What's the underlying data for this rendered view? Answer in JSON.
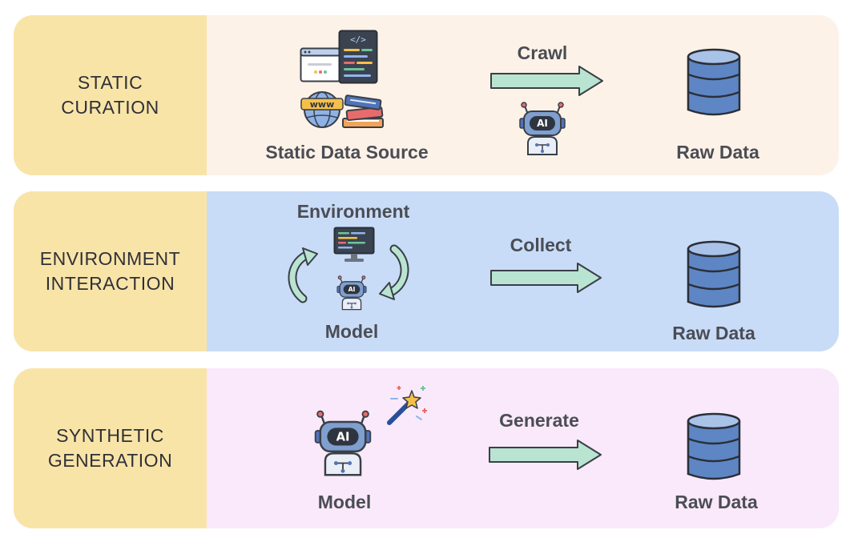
{
  "colors": {
    "label_bg": "#f9e4a8",
    "row1_bg": "#fdf2e8",
    "row2_bg": "#c8dcf8",
    "row3_bg": "#f9e9fa",
    "arrow_fill": "#b9e4d1",
    "arrow_stroke": "#3a3f47",
    "db_blue": "#5e86c4",
    "db_light": "#a9c2e8",
    "robot_body": "#7f9fcf",
    "dark": "#2f3540"
  },
  "rows": [
    {
      "label_line1": "STATIC",
      "label_line2": "CURATION",
      "source_label": "Static Data Source",
      "www_text": "www",
      "ai_text": "AI",
      "action": "Crawl",
      "target": "Raw Data"
    },
    {
      "label_line1": "ENVIRONMENT",
      "label_line2": "INTERACTION",
      "env_label": "Environment",
      "model_label": "Model",
      "ai_text": "AI",
      "action": "Collect",
      "target": "Raw Data"
    },
    {
      "label_line1": "SYNTHETIC",
      "label_line2": "GENERATION",
      "model_label": "Model",
      "ai_text": "AI",
      "action": "Generate",
      "target": "Raw Data"
    }
  ]
}
